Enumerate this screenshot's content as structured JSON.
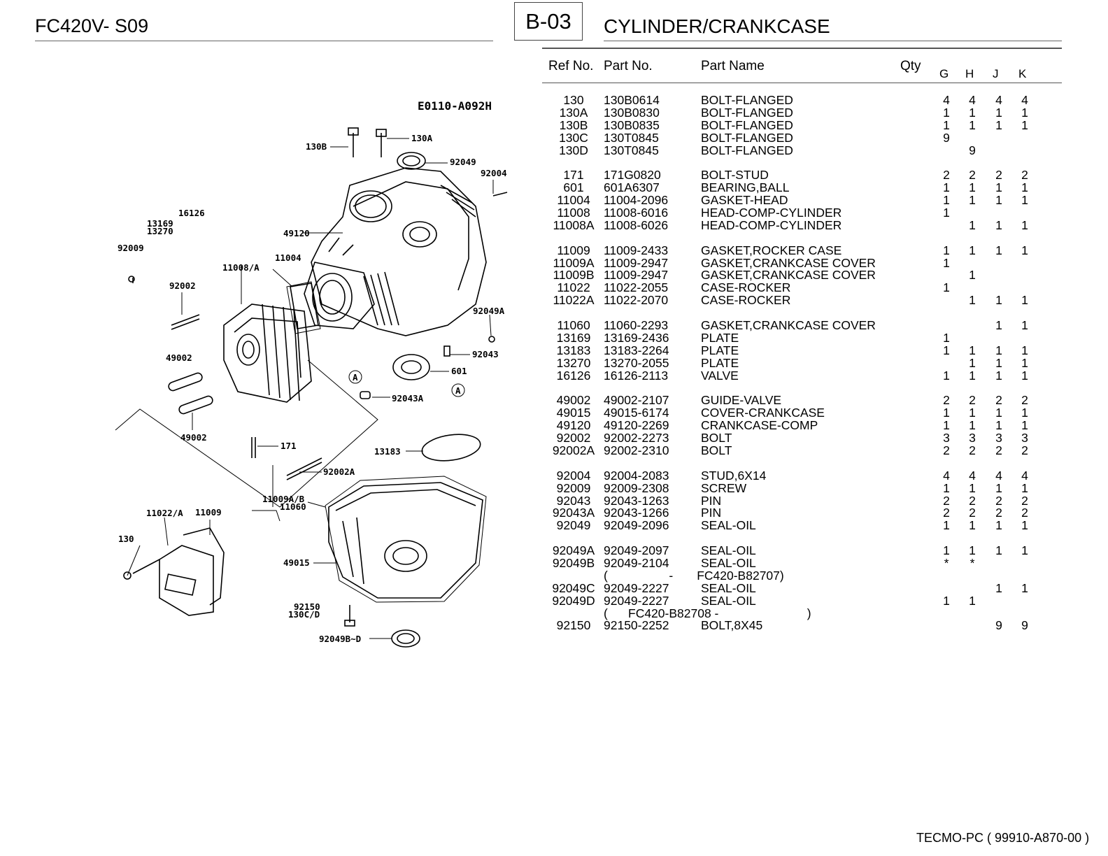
{
  "header": {
    "model": "FC420V- S09",
    "section": "B-03",
    "title": "CYLINDER/CRANKCASE"
  },
  "table_header": {
    "ref": "Ref No.",
    "part": "Part No.",
    "name": "Part Name",
    "qty": "Qty",
    "cols": [
      "G",
      "H",
      "J",
      "K"
    ]
  },
  "diagram": {
    "code": "E0110-A092H",
    "labels": [
      "130B",
      "130A",
      "92049",
      "92004",
      "16126",
      "13169",
      "13270",
      "49120",
      "92009",
      "11008/A",
      "11004",
      "92002",
      "92049A",
      "49002",
      "92043",
      "601",
      "A",
      "92043A",
      "A",
      "49002",
      "171",
      "13183",
      "92002A",
      "11009A/B",
      "11060",
      "11022/A",
      "11009",
      "130",
      "49015",
      "92150",
      "130C/D",
      "92049B~D"
    ]
  },
  "groups": [
    [
      {
        "ref": "130",
        "part": "130B0614",
        "name": "BOLT-FLANGED",
        "G": "4",
        "H": "4",
        "J": "4",
        "K": "4"
      },
      {
        "ref": "130A",
        "part": "130B0830",
        "name": "BOLT-FLANGED",
        "G": "1",
        "H": "1",
        "J": "1",
        "K": "1"
      },
      {
        "ref": "130B",
        "part": "130B0835",
        "name": "BOLT-FLANGED",
        "G": "1",
        "H": "1",
        "J": "1",
        "K": "1"
      },
      {
        "ref": "130C",
        "part": "130T0845",
        "name": "BOLT-FLANGED",
        "G": "9",
        "H": "",
        "J": "",
        "K": ""
      },
      {
        "ref": "130D",
        "part": "130T0845",
        "name": "BOLT-FLANGED",
        "G": "",
        "H": "9",
        "J": "",
        "K": ""
      }
    ],
    [
      {
        "ref": "171",
        "part": "171G0820",
        "name": "BOLT-STUD",
        "G": "2",
        "H": "2",
        "J": "2",
        "K": "2"
      },
      {
        "ref": "601",
        "part": "601A6307",
        "name": "BEARING,BALL",
        "G": "1",
        "H": "1",
        "J": "1",
        "K": "1"
      },
      {
        "ref": "11004",
        "part": "11004-2096",
        "name": "GASKET-HEAD",
        "G": "1",
        "H": "1",
        "J": "1",
        "K": "1"
      },
      {
        "ref": "11008",
        "part": "11008-6016",
        "name": "HEAD-COMP-CYLINDER",
        "G": "1",
        "H": "",
        "J": "",
        "K": ""
      },
      {
        "ref": "11008A",
        "part": "11008-6026",
        "name": "HEAD-COMP-CYLINDER",
        "G": "",
        "H": "1",
        "J": "1",
        "K": "1"
      }
    ],
    [
      {
        "ref": "11009",
        "part": "11009-2433",
        "name": "GASKET,ROCKER CASE",
        "G": "1",
        "H": "1",
        "J": "1",
        "K": "1"
      },
      {
        "ref": "11009A",
        "part": "11009-2947",
        "name": "GASKET,CRANKCASE COVER",
        "G": "1",
        "H": "",
        "J": "",
        "K": ""
      },
      {
        "ref": "11009B",
        "part": "11009-2947",
        "name": "GASKET,CRANKCASE COVER",
        "G": "",
        "H": "1",
        "J": "",
        "K": ""
      },
      {
        "ref": "11022",
        "part": "11022-2055",
        "name": "CASE-ROCKER",
        "G": "1",
        "H": "",
        "J": "",
        "K": ""
      },
      {
        "ref": "11022A",
        "part": "11022-2070",
        "name": "CASE-ROCKER",
        "G": "",
        "H": "1",
        "J": "1",
        "K": "1"
      }
    ],
    [
      {
        "ref": "11060",
        "part": "11060-2293",
        "name": "GASKET,CRANKCASE COVER",
        "G": "",
        "H": "",
        "J": "1",
        "K": "1"
      },
      {
        "ref": "13169",
        "part": "13169-2436",
        "name": "PLATE",
        "G": "1",
        "H": "",
        "J": "",
        "K": ""
      },
      {
        "ref": "13183",
        "part": "13183-2264",
        "name": "PLATE",
        "G": "1",
        "H": "1",
        "J": "1",
        "K": "1"
      },
      {
        "ref": "13270",
        "part": "13270-2055",
        "name": "PLATE",
        "G": "",
        "H": "1",
        "J": "1",
        "K": "1"
      },
      {
        "ref": "16126",
        "part": "16126-2113",
        "name": "VALVE",
        "G": "1",
        "H": "1",
        "J": "1",
        "K": "1"
      }
    ],
    [
      {
        "ref": "49002",
        "part": "49002-2107",
        "name": "GUIDE-VALVE",
        "G": "2",
        "H": "2",
        "J": "2",
        "K": "2"
      },
      {
        "ref": "49015",
        "part": "49015-6174",
        "name": "COVER-CRANKCASE",
        "G": "1",
        "H": "1",
        "J": "1",
        "K": "1"
      },
      {
        "ref": "49120",
        "part": "49120-2269",
        "name": "CRANKCASE-COMP",
        "G": "1",
        "H": "1",
        "J": "1",
        "K": "1"
      },
      {
        "ref": "92002",
        "part": "92002-2273",
        "name": "BOLT",
        "G": "3",
        "H": "3",
        "J": "3",
        "K": "3"
      },
      {
        "ref": "92002A",
        "part": "92002-2310",
        "name": "BOLT",
        "G": "2",
        "H": "2",
        "J": "2",
        "K": "2"
      }
    ],
    [
      {
        "ref": "92004",
        "part": "92004-2083",
        "name": "STUD,6X14",
        "G": "4",
        "H": "4",
        "J": "4",
        "K": "4"
      },
      {
        "ref": "92009",
        "part": "92009-2308",
        "name": "SCREW",
        "G": "1",
        "H": "1",
        "J": "1",
        "K": "1"
      },
      {
        "ref": "92043",
        "part": "92043-1263",
        "name": "PIN",
        "G": "2",
        "H": "2",
        "J": "2",
        "K": "2"
      },
      {
        "ref": "92043A",
        "part": "92043-1266",
        "name": "PIN",
        "G": "2",
        "H": "2",
        "J": "2",
        "K": "2"
      },
      {
        "ref": "92049",
        "part": "92049-2096",
        "name": "SEAL-OIL",
        "G": "1",
        "H": "1",
        "J": "1",
        "K": "1"
      }
    ],
    [
      {
        "ref": "92049A",
        "part": "92049-2097",
        "name": "SEAL-OIL",
        "G": "1",
        "H": "1",
        "J": "1",
        "K": "1"
      },
      {
        "ref": "92049B",
        "part": "92049-2104",
        "name": "SEAL-OIL",
        "G": "*",
        "H": "*",
        "J": "",
        "K": ""
      },
      {
        "note": "(                  -       FC420-B82707)"
      },
      {
        "ref": "92049C",
        "part": "92049-2227",
        "name": "SEAL-OIL",
        "G": "",
        "H": "",
        "J": "1",
        "K": "1"
      },
      {
        "ref": "92049D",
        "part": "92049-2227",
        "name": "SEAL-OIL",
        "G": "1",
        "H": "1",
        "J": "",
        "K": ""
      },
      {
        "note": "(      FC420-B82708 -                          )"
      },
      {
        "ref": "92150",
        "part": "92150-2252",
        "name": "BOLT,8X45",
        "G": "",
        "H": "",
        "J": "9",
        "K": "9"
      }
    ]
  ],
  "footer": "TECMO-PC  ( 99910-A870-00 )"
}
